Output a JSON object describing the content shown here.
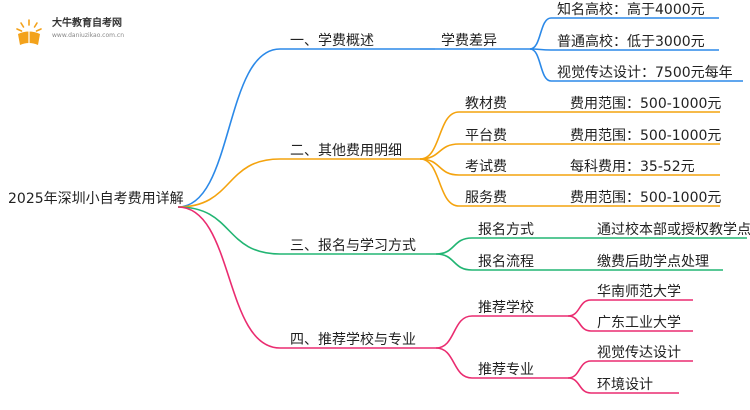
{
  "header": {
    "brand": "大牛教育自考网",
    "url": "www.daniuzikao.com.cn"
  },
  "mindmap": {
    "root": "2025年深圳小自考费用详解",
    "branches": [
      {
        "label": "一、学费概述",
        "color": "#2b89e8",
        "items": [
          {
            "label": "学费差异",
            "leaves": [
              "知名高校：高于4000元",
              "普通高校：低于3000元",
              "视觉传达设计：7500元每年"
            ]
          }
        ]
      },
      {
        "label": "二、其他费用明细",
        "color": "#f4a30e",
        "items": [
          {
            "label": "教材费",
            "leaves": [
              "费用范围：500-1000元"
            ]
          },
          {
            "label": "平台费",
            "leaves": [
              "费用范围：500-1000元"
            ]
          },
          {
            "label": "考试费",
            "leaves": [
              "每科费用：35-52元"
            ]
          },
          {
            "label": "服务费",
            "leaves": [
              "费用范围：500-1000元"
            ]
          }
        ]
      },
      {
        "label": "三、报名与学习方式",
        "color": "#22b573",
        "items": [
          {
            "label": "报名方式",
            "leaves": [
              "通过校本部或授权教学点"
            ]
          },
          {
            "label": "报名流程",
            "leaves": [
              "缴费后助学点处理"
            ]
          }
        ]
      },
      {
        "label": "四、推荐学校与专业",
        "color": "#ea2c70",
        "items": [
          {
            "label": "推荐学校",
            "leaves": [
              "华南师范大学",
              "广东工业大学"
            ]
          },
          {
            "label": "推荐专业",
            "leaves": [
              "视觉传达设计",
              "环境设计"
            ]
          }
        ]
      }
    ]
  }
}
